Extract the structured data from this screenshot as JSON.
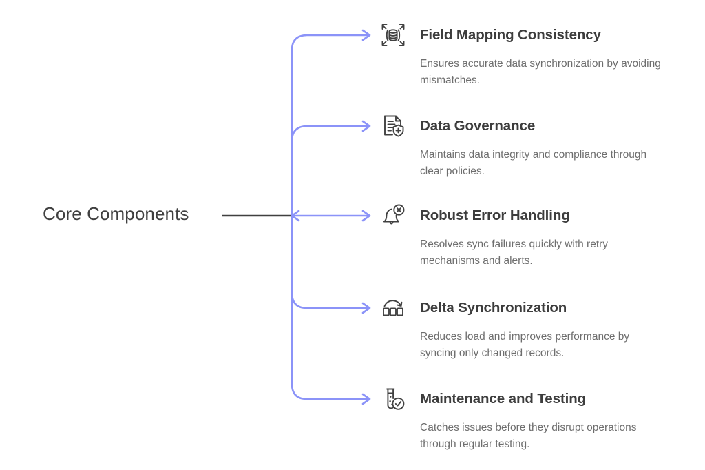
{
  "diagram": {
    "type": "tree-mindmap",
    "root": {
      "label": "Core Components"
    },
    "colors": {
      "branch_connector": "#8b93f8",
      "trunk_connector": "#404040",
      "title_text": "#3d3d3d",
      "description_text": "#6e6e6e",
      "icon_stroke": "#414141",
      "background": "#ffffff"
    },
    "branches": [
      {
        "icon": "database-expand-icon",
        "title": "Field Mapping Consistency",
        "description": "Ensures accurate data synchronization by avoiding mismatches."
      },
      {
        "icon": "document-shield-plus-icon",
        "title": "Data Governance",
        "description": "Maintains data integrity and compliance through clear policies."
      },
      {
        "icon": "bell-error-icon",
        "title": "Robust Error Handling",
        "description": "Resolves sync failures quickly with retry mechanisms and alerts."
      },
      {
        "icon": "blocks-refresh-icon",
        "title": "Delta Synchronization",
        "description": "Reduces load and improves performance by syncing only changed records."
      },
      {
        "icon": "test-tube-check-icon",
        "title": "Maintenance and Testing",
        "description": "Catches issues before they disrupt operations through regular testing."
      }
    ]
  }
}
